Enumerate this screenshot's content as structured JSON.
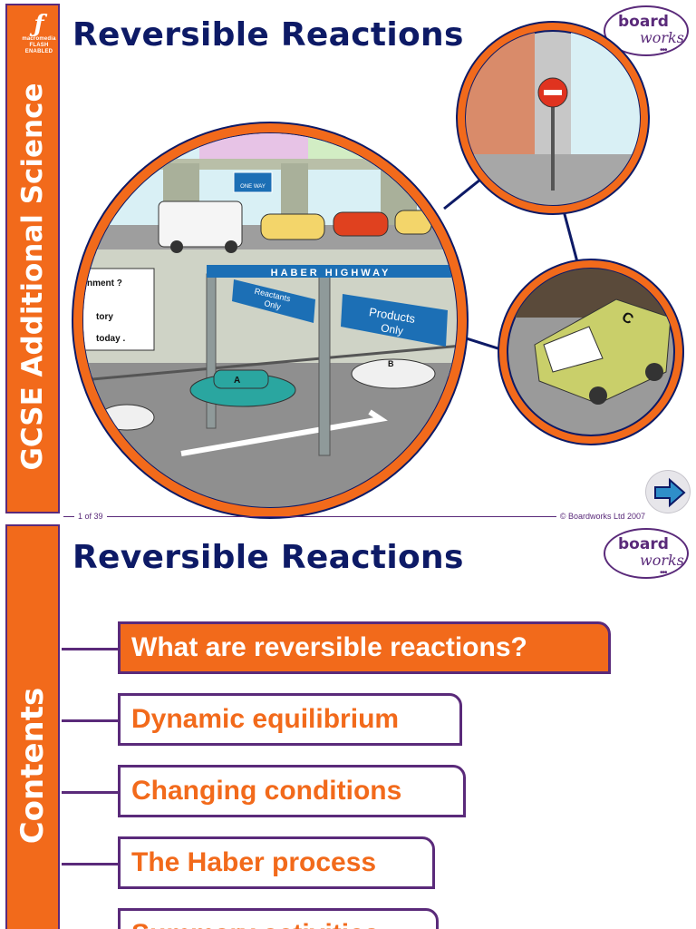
{
  "slide1": {
    "title": "Reversible Reactions",
    "side_title": "GCSE Additional Science",
    "flash_logo": {
      "line1": "macromedia",
      "line2": "FLASH",
      "line3": "ENABLED"
    },
    "logo": {
      "word1": "board",
      "word2": "works"
    },
    "footer": {
      "page": "1 of 39",
      "copyright": "© Boardworks Ltd 2007"
    },
    "scene": {
      "highway_sign": "HABER  HIGHWAY",
      "sign_reactants": [
        "Reactants",
        "Only"
      ],
      "sign_products": [
        "Products",
        "Only"
      ],
      "one_way": "ONE WAY",
      "billboard_lines": [
        "nment ?",
        "tory",
        "today ."
      ],
      "car_labels": [
        "A",
        "B",
        "C"
      ]
    },
    "colors": {
      "orange": "#f26a1b",
      "purple": "#5a2a7a",
      "navy": "#0d1a66"
    }
  },
  "slide2": {
    "title": "Reversible Reactions",
    "side_title": "Contents",
    "logo": {
      "word1": "board",
      "word2": "works"
    },
    "menu": [
      {
        "label": "What are reversible reactions?",
        "active": true
      },
      {
        "label": "Dynamic equilibrium",
        "active": false
      },
      {
        "label": "Changing conditions",
        "active": false
      },
      {
        "label": "The Haber process",
        "active": false
      },
      {
        "label": "Summary activities",
        "active": false
      }
    ]
  }
}
